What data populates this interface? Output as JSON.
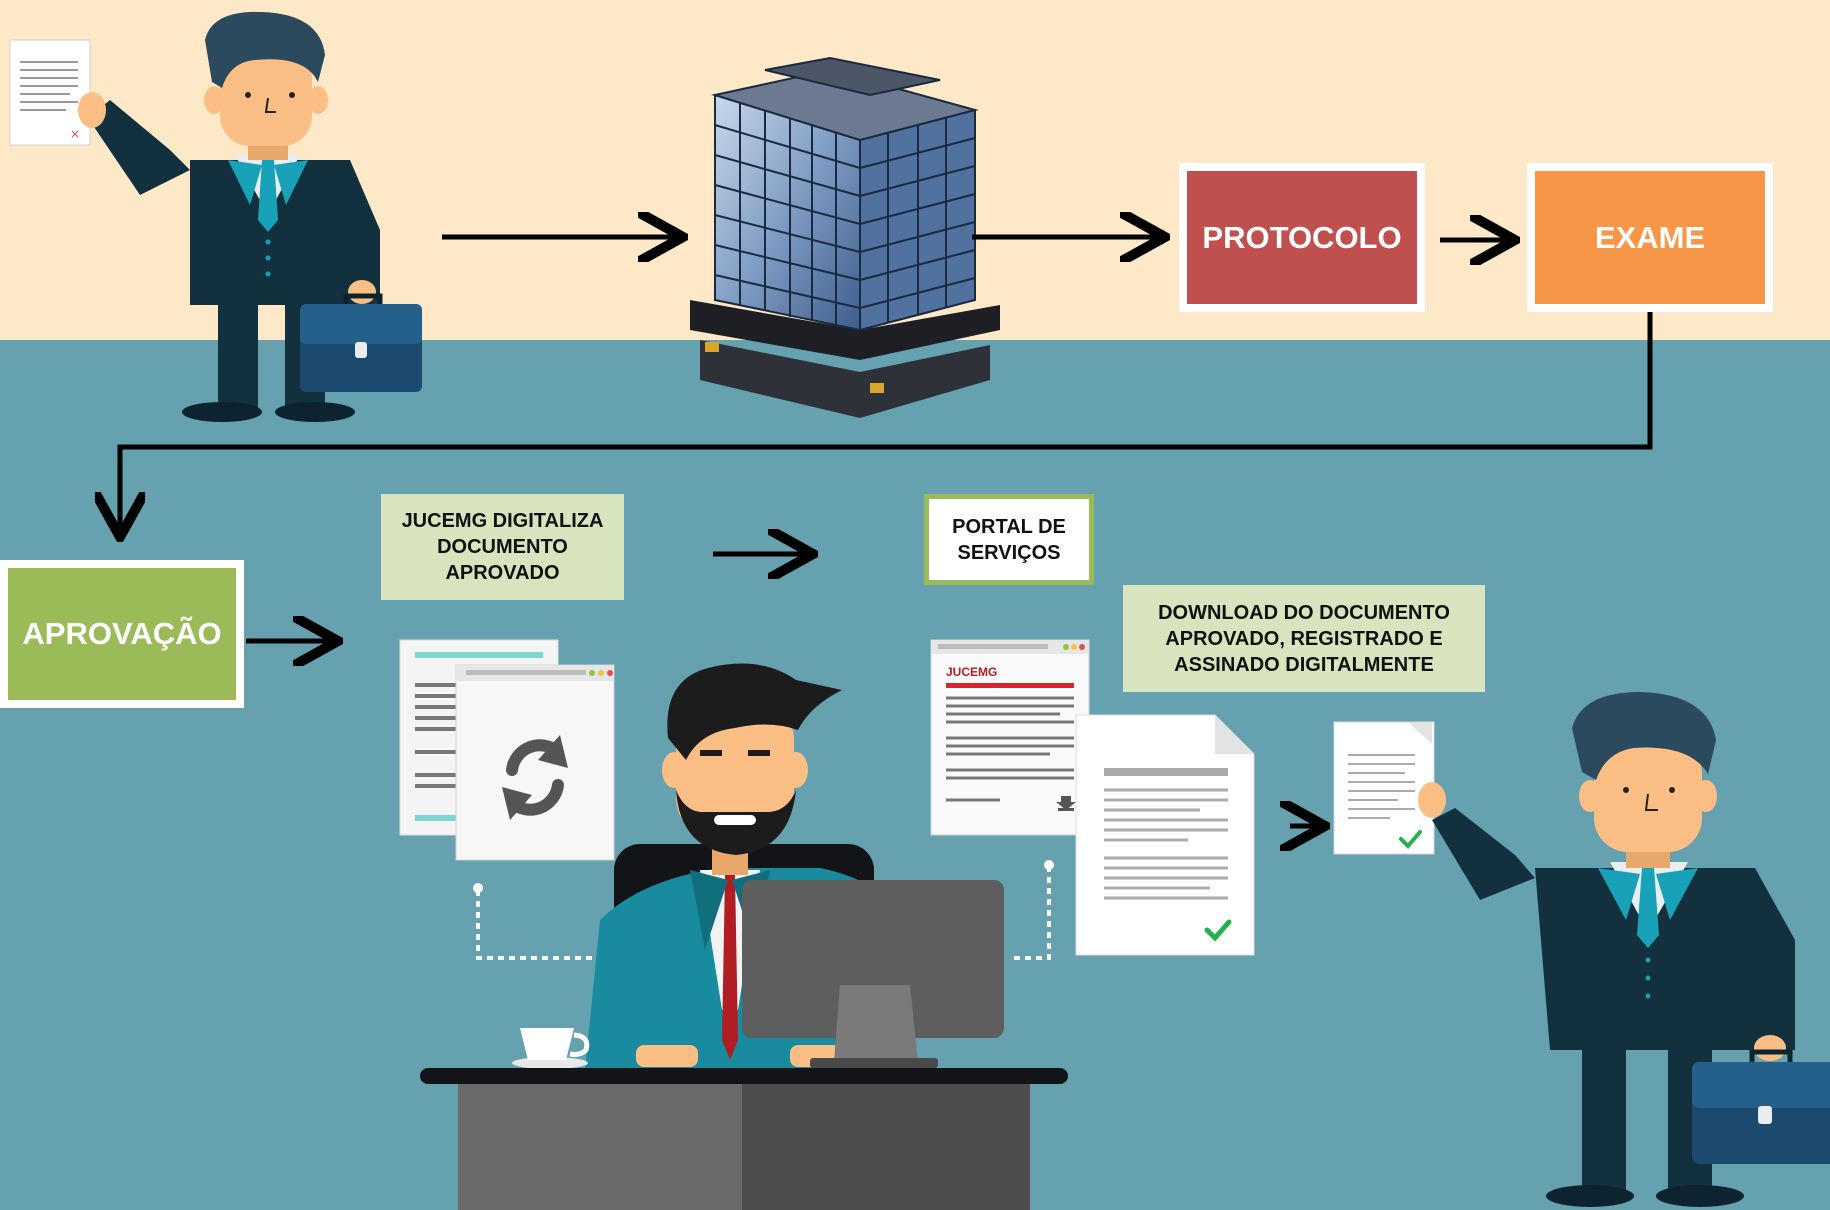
{
  "colors": {
    "background_top": "#fde8c7",
    "background_bottom": "#66a1b0",
    "protocolo": "#c0504d",
    "exame": "#f79646",
    "aprovacao": "#9bbb59",
    "note_fill": "#d7e4bd",
    "portal_border": "#9bbb59",
    "arrow": "#000000",
    "suit": "#12303e",
    "skin": "#fbbf85",
    "tie": "#17a2b8",
    "check": "#22b14c"
  },
  "steps": {
    "protocolo": "PROTOCOLO",
    "exame": "EXAME",
    "aprovacao": "APROVAÇÃO"
  },
  "notes": {
    "digitaliza": [
      "JUCEMG DIGITALIZA",
      "DOCUMENTO",
      "APROVADO"
    ],
    "portal": [
      "PORTAL DE",
      "SERVIÇOS"
    ],
    "download": [
      "DOWNLOAD DO DOCUMENTO",
      "APROVADO, REGISTRADO E",
      "ASSINADO DIGITALMENTE"
    ]
  },
  "logo_text": "JUCEMG",
  "icons": {
    "building": "office-building-icon",
    "sync": "sync-icon",
    "download": "download-icon",
    "check": "check-icon",
    "coffee": "coffee-cup-icon",
    "briefcase": "briefcase-icon",
    "monitor": "monitor-icon"
  }
}
